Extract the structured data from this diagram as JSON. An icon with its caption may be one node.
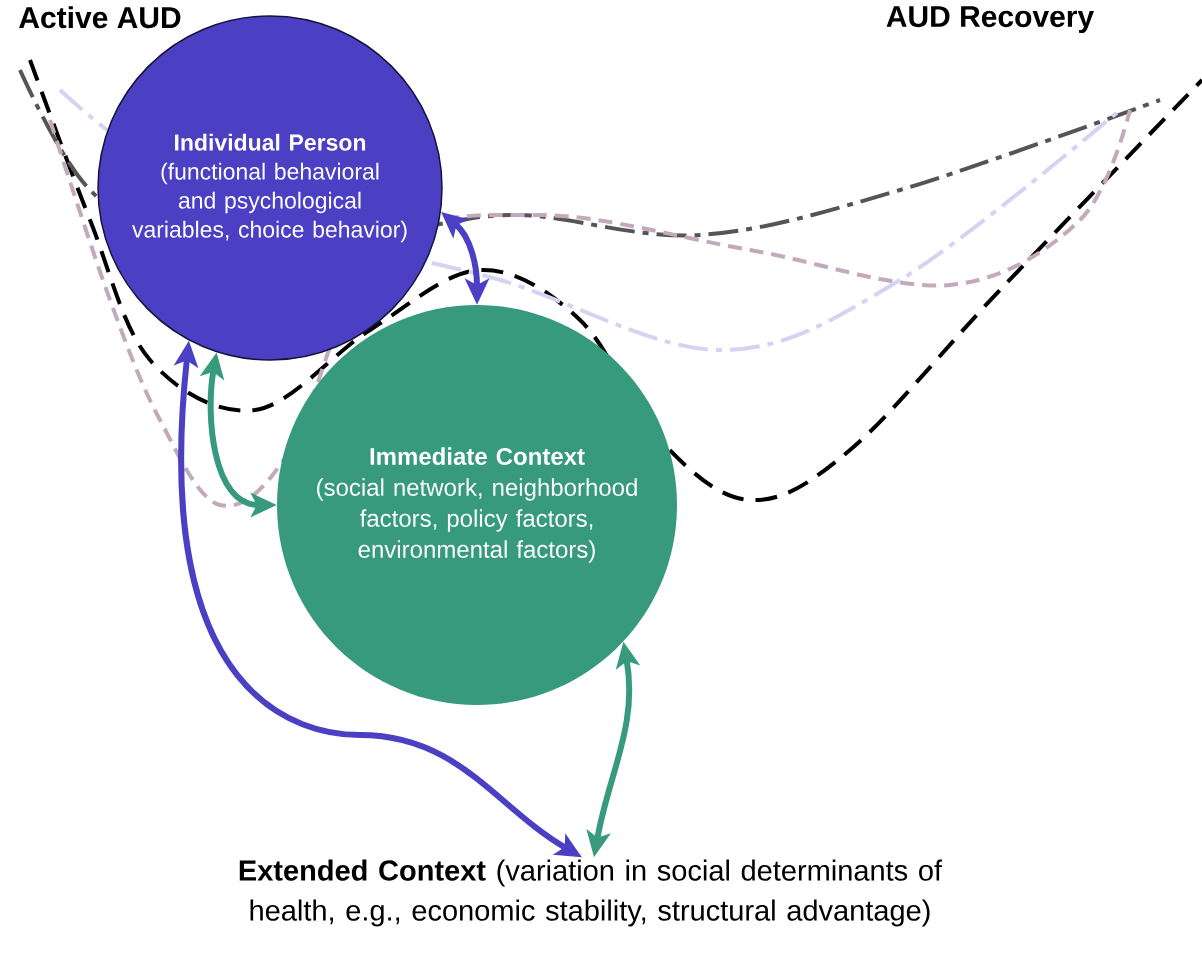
{
  "diagram": {
    "nodes": [
      {
        "text": [
          "Individual Person",
          "(functional behavioral and psychological variables, choice behavior)"
        ]
      },
      {
        "text": [
          "Immediate Context",
          "(social network, neighborhood factors, policy factors, environmental factors)"
        ]
      },
      {
        "text": [
          "**Extended Context** (variation in social determinants of health, e.g., economic stability, structural advantage)"
        ]
      }
    ],
    "edges": [
      {
        "from": 0,
        "to": 1,
        "arrow": "both",
        "color": "#4b40c4"
      },
      {
        "from": 0,
        "to": 1,
        "arrow": "both",
        "color": "#379a7c"
      },
      {
        "from": 0,
        "to": 2,
        "arrow": "both",
        "color": "#4b40c4"
      },
      {
        "from": 1,
        "to": 2,
        "arrow": "both",
        "color": "#379a7c"
      }
    ],
    "labels": [
      "Active AUD",
      "AUD Recovery"
    ]
  }
}
